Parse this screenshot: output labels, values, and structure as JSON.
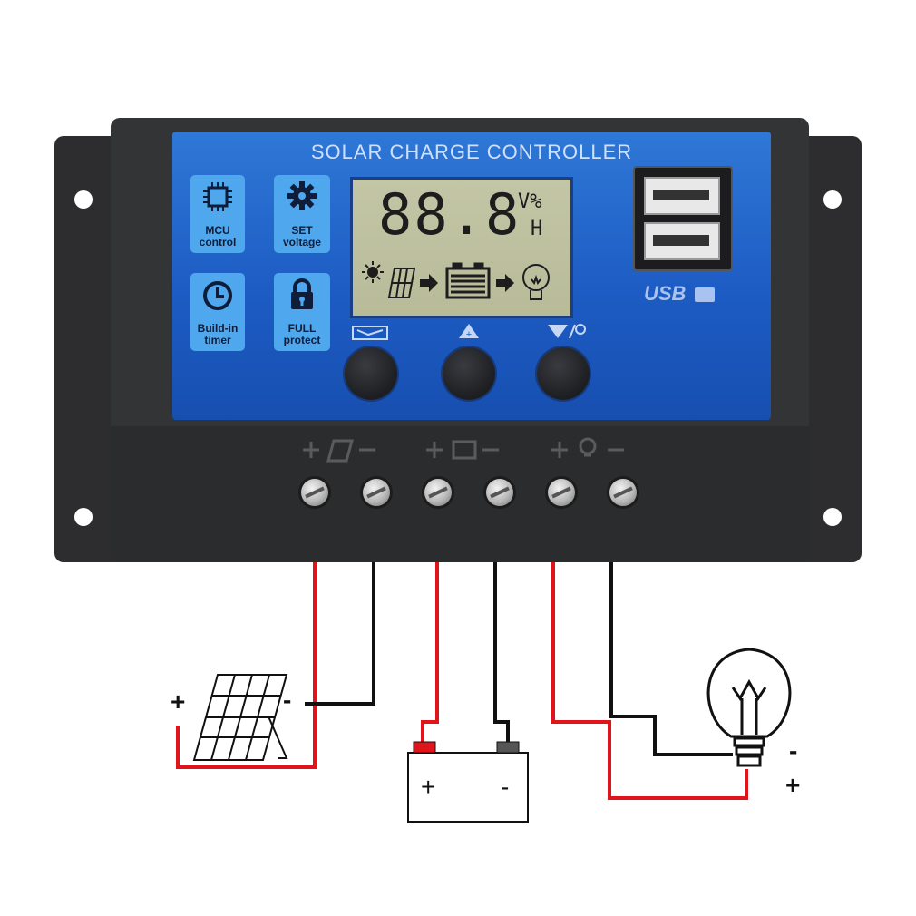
{
  "device": {
    "title": "SOLAR CHARGE CONTROLLER",
    "features": [
      {
        "icon": "chip-icon",
        "label": "MCU control"
      },
      {
        "icon": "gear-icon",
        "label": "SET voltage"
      },
      {
        "icon": "clock-icon",
        "label": "Build-in timer"
      },
      {
        "icon": "lock-icon",
        "label": "FULL protect"
      }
    ],
    "lcd": {
      "digits": "88.8",
      "unit_top": "V%",
      "unit_bottom": "H"
    },
    "buttons": [
      {
        "icon": "menu-icon"
      },
      {
        "icon": "plus-up-icon"
      },
      {
        "icon": "minus-down-icon"
      }
    ],
    "usb_label": "USB"
  },
  "wiring": {
    "panel": {
      "plus": "+",
      "minus": "-"
    },
    "battery": {
      "plus": "+",
      "minus": "-"
    },
    "load": {
      "minus": "-",
      "plus": "+"
    },
    "colors": {
      "positive": "#e0141b",
      "negative": "#111111"
    }
  }
}
